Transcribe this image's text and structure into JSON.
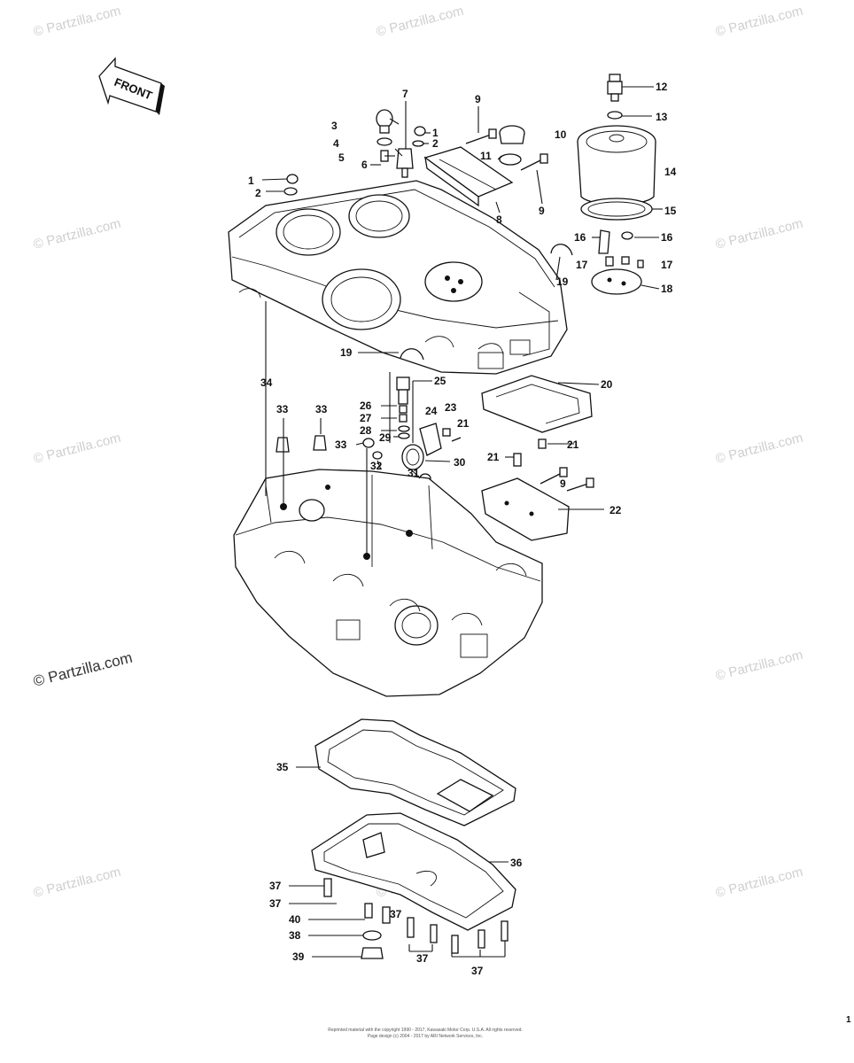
{
  "watermark": {
    "text": "© Partzilla.com",
    "strong_text": "© Partzilla.com"
  },
  "front_label": "FRONT",
  "callouts": {
    "c1a": "1",
    "c2a": "2",
    "c3": "3",
    "c4": "4",
    "c5": "5",
    "c6": "6",
    "c7": "7",
    "c8": "8",
    "c9a": "9",
    "c9b": "9",
    "c9c": "9",
    "c10": "10",
    "c11": "11",
    "c1b": "1",
    "c2b": "2",
    "c12": "12",
    "c13": "13",
    "c14": "14",
    "c15": "15",
    "c16a": "16",
    "c16b": "16",
    "c17a": "17",
    "c17b": "17",
    "c18": "18",
    "c19a": "19",
    "c19b": "19",
    "c20": "20",
    "c21a": "21",
    "c21b": "21",
    "c21c": "21",
    "c22": "22",
    "c23": "23",
    "c24": "24",
    "c25": "25",
    "c26": "26",
    "c27": "27",
    "c28": "28",
    "c29": "29",
    "c30": "30",
    "c31": "31",
    "c32": "32",
    "c33a": "33",
    "c33b": "33",
    "c33c": "33",
    "c34": "34",
    "c35": "35",
    "c36": "36",
    "c37a": "37",
    "c37b": "37",
    "c37c": "37",
    "c37d": "37",
    "c37e": "37",
    "c38": "38",
    "c39": "39",
    "c40": "40"
  },
  "footer": {
    "line1": "Reprinted material with the copyright 1990 - 2017, Kawasaki Motor Corp. U.S.A. All rights reserved.",
    "line2": "Page design (c) 2004 - 2017 by ARI Network Services, Inc."
  },
  "page_number": "1"
}
